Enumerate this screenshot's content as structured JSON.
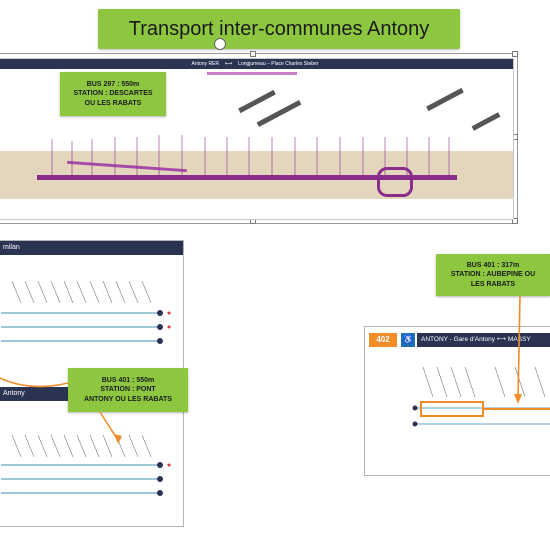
{
  "title": "Transport inter-communes Antony",
  "map_top": {
    "header_from": "Antony RER",
    "header_to": "Longjumeau – Place Charles Steber",
    "callout": [
      "BUS 297 : 550m",
      "STATION : DESCARTES",
      "OU LES RABATS"
    ]
  },
  "panel_left": {
    "top_title": "milan",
    "bottom_title": "Antony",
    "callout": [
      "BUS 401 : 550m",
      "STATION : PONT",
      "ANTONY OU LES RABATS"
    ]
  },
  "panel_right": {
    "line_number": "402",
    "header": "ANTONY - Gare d'Antony",
    "header_to": "MASSY",
    "callout": [
      "BUS 401 : 317m",
      "STATION : AUBEPINE OU",
      "LES RABATS"
    ]
  },
  "colors": {
    "banner_green": "#8dc63f",
    "route_purple": "#8a2c8c",
    "route_orange": "#f28c28",
    "header_navy": "#2b3353"
  }
}
